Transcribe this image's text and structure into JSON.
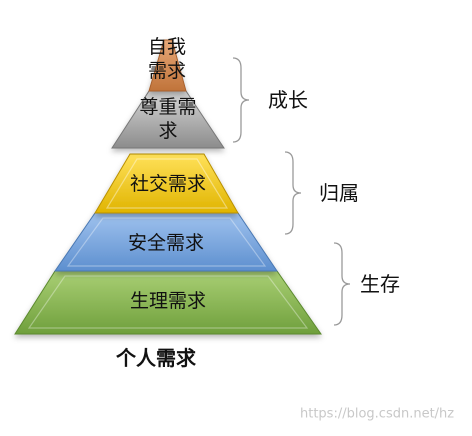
{
  "pyramid": {
    "tiers": [
      {
        "lines": [
          "自我",
          "需求"
        ],
        "color": "#c0733a",
        "highlight": "#e7a878"
      },
      {
        "lines": [
          "尊重需",
          "求"
        ],
        "color": "#8c8c8c",
        "highlight": "#d6d6d6"
      },
      {
        "lines": [
          "社交需求"
        ],
        "color": "#e0b400",
        "highlight": "#ffe15a"
      },
      {
        "lines": [
          "安全需求"
        ],
        "color": "#5d8fcf",
        "highlight": "#9fc2ee"
      },
      {
        "lines": [
          "生理需求"
        ],
        "color": "#6f9f3c",
        "highlight": "#a9cf74"
      }
    ],
    "groups": [
      {
        "label": "成长"
      },
      {
        "label": "归属"
      },
      {
        "label": "生存"
      }
    ],
    "caption": "个人需求"
  },
  "watermark": "https://blog.csdn.net/hz"
}
